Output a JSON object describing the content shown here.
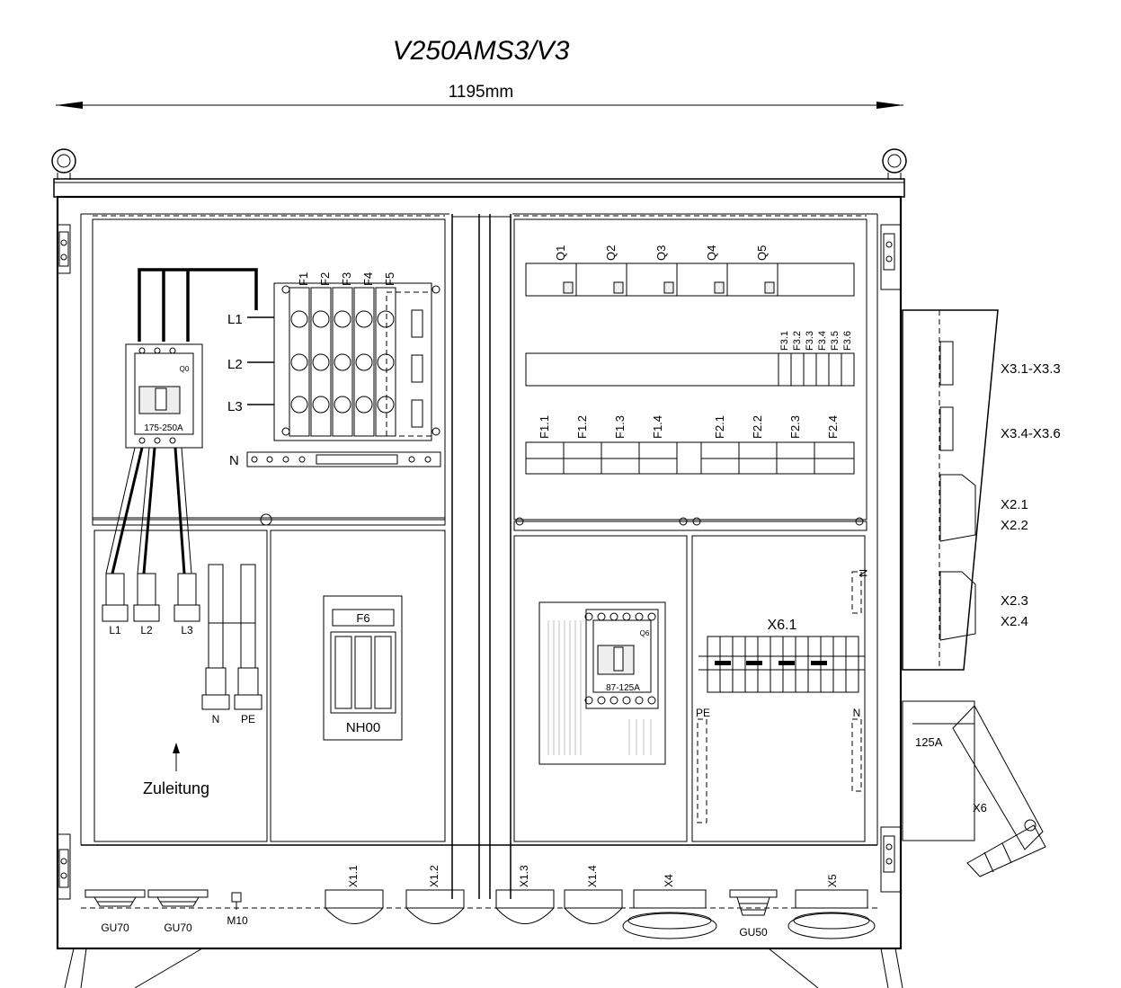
{
  "title": "V250AMS3/V3",
  "dimension": "1195mm",
  "feed": {
    "breaker": {
      "id": "Q0",
      "rating": "175-250A"
    },
    "busbar_phases": [
      "L1",
      "L2",
      "L3"
    ],
    "neutral_bar": "N",
    "fuses": [
      "F1",
      "F2",
      "F3",
      "F4",
      "F5"
    ]
  },
  "breakers_q": [
    "Q1",
    "Q2",
    "Q3",
    "Q4",
    "Q5"
  ],
  "f3_group": [
    "F3.1",
    "F3.2",
    "F3.3",
    "F3.4",
    "F3.5",
    "F3.6"
  ],
  "f_left": [
    "F1.1",
    "F1.2",
    "F1.3",
    "F1.4"
  ],
  "f_right": [
    "F2.1",
    "F2.2",
    "F2.3",
    "F2.4"
  ],
  "terminals_lower": [
    "L1",
    "L2",
    "L3"
  ],
  "terminals_n_pe": [
    "N",
    "PE"
  ],
  "supply_label": "Zuleitung",
  "fuse_holder": {
    "top": "F6",
    "bottom": "NH00"
  },
  "breaker_q6": {
    "id": "Q6",
    "rating": "87-125A"
  },
  "terminal_block": {
    "label": "X6.1",
    "n_top": "N",
    "pe": "PE",
    "n_bottom": "N"
  },
  "side_outlets": {
    "x3a": "X3.1-X3.3",
    "x3b": "X3.4-X3.6",
    "x21": "X2.1",
    "x22": "X2.2",
    "x23": "X2.3",
    "x24": "X2.4"
  },
  "cee_socket": {
    "rating": "125A",
    "id": "X6"
  },
  "bottom_sockets": [
    "X1.1",
    "X1.2",
    "X1.3",
    "X1.4",
    "X4",
    "X5"
  ],
  "glands": [
    "GU70",
    "GU70",
    "GU50"
  ],
  "bolt": "M10"
}
